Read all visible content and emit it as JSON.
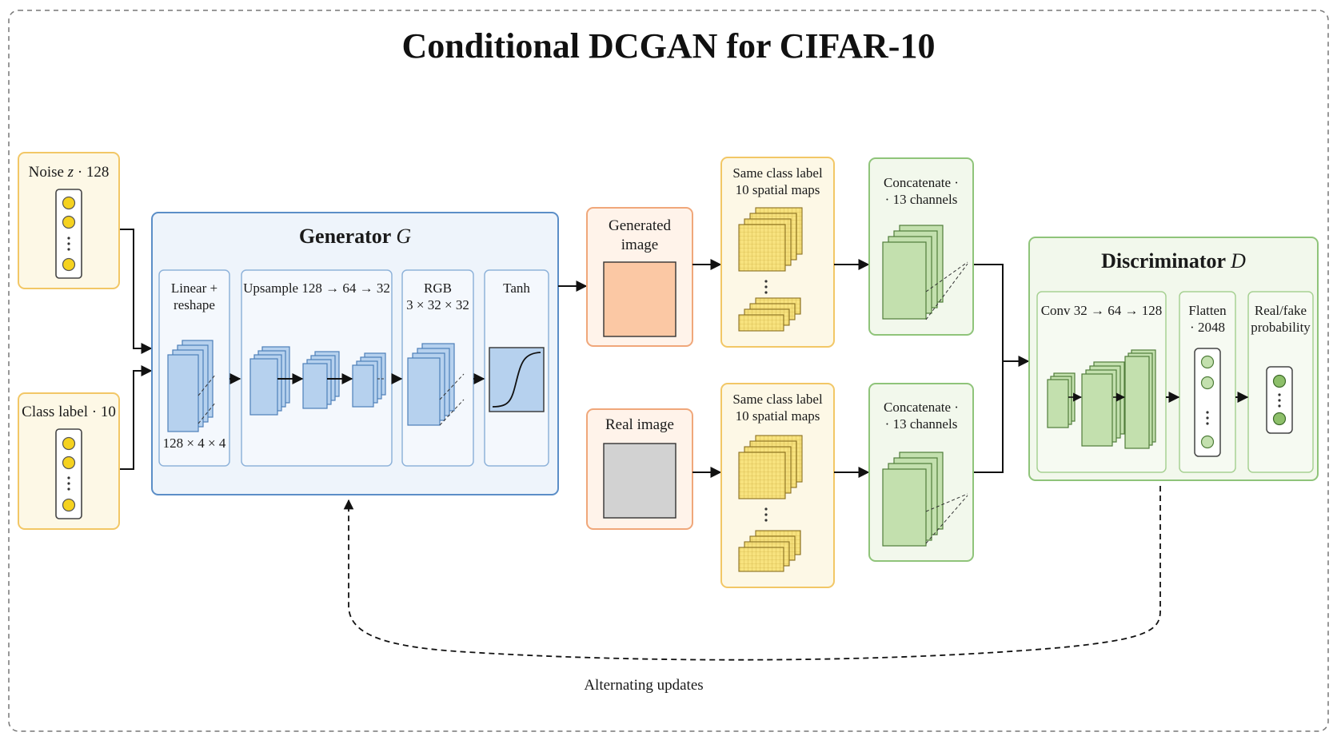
{
  "title": "Conditional DCGAN for CIFAR-10",
  "inputs": {
    "noise": {
      "label_prefix": "Noise ",
      "symbol": "z",
      "label_suffix": " · 128"
    },
    "class_label": {
      "label": "Class label · 10"
    }
  },
  "generator": {
    "title": "Generator",
    "symbol": "G",
    "stages": [
      {
        "line1": "Linear +",
        "line2": "reshape",
        "caption": "128 × 4 × 4"
      },
      {
        "line1": "Upsample 128 → 64 → 32"
      },
      {
        "line1": "RGB",
        "line2": "3 × 32 × 32"
      },
      {
        "line1": "Tanh"
      }
    ]
  },
  "generated_image": {
    "line1": "Generated",
    "line2": "image"
  },
  "real_image": {
    "label": "Real image"
  },
  "label_maps": {
    "line1": "Same class label",
    "line2": "10 spatial maps"
  },
  "concat": {
    "line1": "Concatenate ·",
    "line2": "· 13 channels"
  },
  "discriminator": {
    "title": "Discriminator",
    "symbol": "D",
    "stages": [
      {
        "line1": "Conv 32 → 64 → 128"
      },
      {
        "line1": "Flatten",
        "line2": "· 2048"
      },
      {
        "line1": "Real/fake",
        "line2": "probability"
      }
    ]
  },
  "feedback": {
    "label": "Alternating updates"
  },
  "colors": {
    "yellow_fill": "#fdf8e6",
    "yellow_stroke": "#f2c766",
    "dot_fill": "#f5d21f",
    "gen_fill": "#eef4fb",
    "gen_stroke": "#5b8ec7",
    "blue_block": "#b6d1ee",
    "orange_fill": "#fff3ea",
    "orange_stroke": "#f0a77a",
    "gen_img": "#fbc8a4",
    "real_img": "#d2d2d2",
    "green_fill": "#f2f8ec",
    "green_stroke": "#8fc47a",
    "green_block": "#c3e0ae",
    "map_fill": "#f7e27e"
  }
}
